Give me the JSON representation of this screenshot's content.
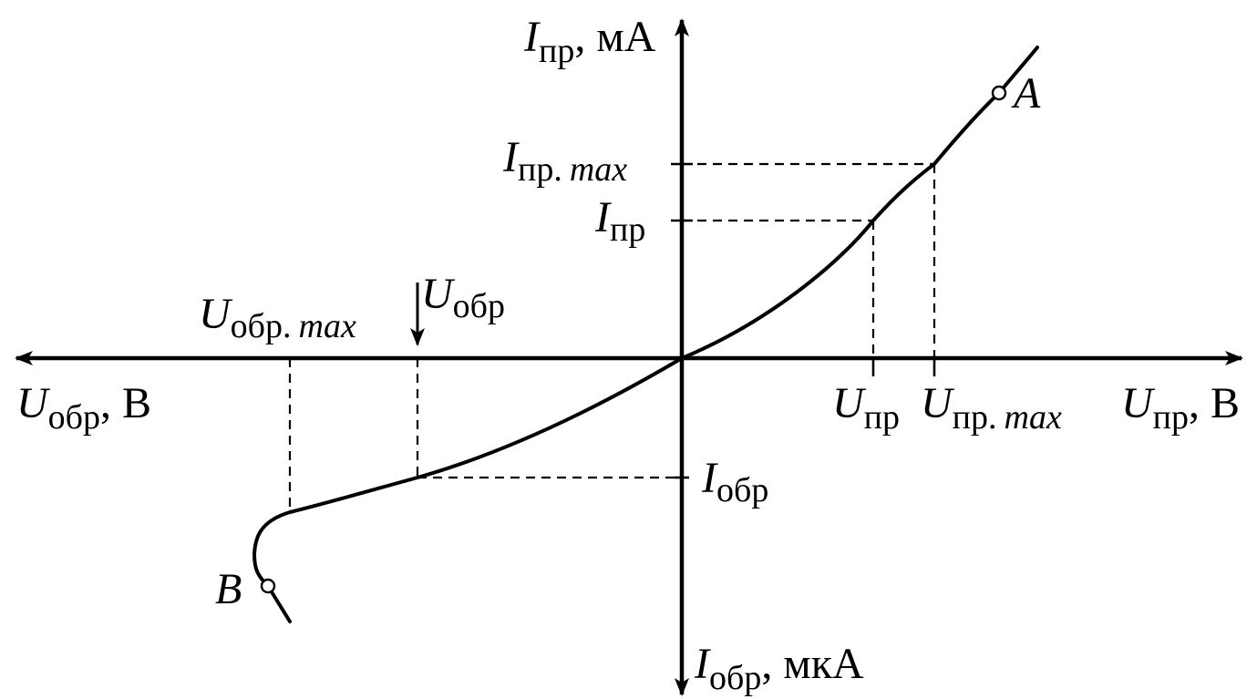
{
  "axes": {
    "forward_current": {
      "symbol": "I",
      "sub": "пр",
      "unit": ", мА"
    },
    "reverse_current": {
      "symbol": "I",
      "sub": "обр",
      "unit": ", мкА"
    },
    "forward_voltage": {
      "symbol": "U",
      "sub": "пр",
      "unit": ", В"
    },
    "reverse_voltage": {
      "symbol": "U",
      "sub": "обр",
      "unit": ", В"
    }
  },
  "labels": {
    "i_pr_max": {
      "symbol": "I",
      "sub": "пр.",
      "sub_italic": "max"
    },
    "i_pr": {
      "symbol": "I",
      "sub": "пр"
    },
    "u_pr": {
      "symbol": "U",
      "sub": "пр"
    },
    "u_pr_max": {
      "symbol": "U",
      "sub": "пр.",
      "sub_italic": "max"
    },
    "u_obr": {
      "symbol": "U",
      "sub": "обр"
    },
    "u_obr_max": {
      "symbol": "U",
      "sub": "обр.",
      "sub_italic": "max"
    },
    "i_obr": {
      "symbol": "I",
      "sub": "обр"
    }
  },
  "points": {
    "a": "A",
    "b": "B"
  }
}
